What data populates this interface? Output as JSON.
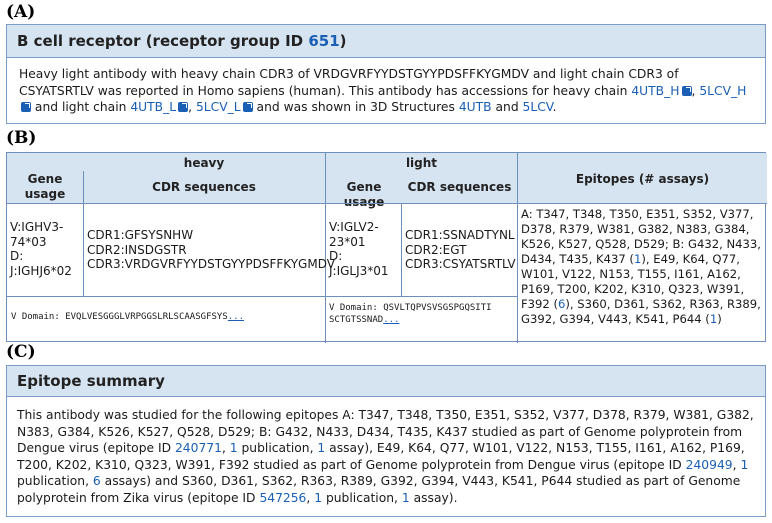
{
  "labels": {
    "a": "(A)",
    "b": "(B)",
    "c": "(C)"
  },
  "panelA": {
    "title_prefix": "B cell receptor (receptor group ID ",
    "group_id": "651",
    "title_suffix": ")",
    "t1": "Heavy light antibody with heavy chain CDR3 of VRDGVRFYYDSTGYYPDSFFKYGMDV and light chain CDR3 of CSYATSRTLV was reported in Homo sapiens (human). This antibody has accessions for heavy chain ",
    "acc_h1": "4UTB_H",
    "sep1": ", ",
    "acc_h2": "5LCV_H",
    "t2": " and light chain ",
    "acc_l1": "4UTB_L",
    "sep2": ", ",
    "acc_l2": "5LCV_L",
    "t3": " and was shown in 3D Structures ",
    "struct1": "4UTB",
    "t4": " and ",
    "struct2": "5LCV",
    "t5": "."
  },
  "panelB": {
    "heavy": "heavy",
    "light": "light",
    "gene_usage_heavy": "Gene usage",
    "cdr_seq_heavy": "CDR sequences",
    "gene_usage_light": "Gene usage",
    "cdr_seq_light": "CDR sequences",
    "epitopes_header": "Epitopes (# assays)",
    "heavy_gene_v1": "V:IGHV3-",
    "heavy_gene_v2": "74*03",
    "heavy_gene_d": "D:",
    "heavy_gene_j": "J:IGHJ6*02",
    "heavy_cdr1": "CDR1:GFSYSNHW",
    "heavy_cdr2": "CDR2:INSDGSTR",
    "heavy_cdr3": "CDR3:VRDGVRFYYDSTGYYPDSFFKYGMDV",
    "light_gene_v1": "V:IGLV2-",
    "light_gene_v2": "23*01",
    "light_gene_d": "D:",
    "light_gene_j": "J:IGLJ3*01",
    "light_cdr1": "CDR1:SSNADTYNL",
    "light_cdr2": "CDR2:EGT",
    "light_cdr3": "CDR3:CSYATSRTLV",
    "epi_a": "A: T347, T348, T350, E351, S352, V377, D378, R379, W381, G382, N383, G384, K526, K527, Q528, D529; B: G432, N433, D434, T435, K437 (",
    "epi_a_n": "1",
    "epi_b": "), E49, K64, Q77, W101, V122, N153, T155, I161, A162, P169, T200, K202, K310, Q323, W391, F392 (",
    "epi_b_n": "6",
    "epi_c": "), S360, D361, S362, R363, R389, G392, G394, V443, K541, P644 (",
    "epi_c_n": "1",
    "epi_d": ")",
    "heavy_vdomain_label": "V Domain: ",
    "heavy_vdomain": "EVQLVESGGGLVRPGGSLRLSCAASGFSYS",
    "light_vdomain_label": "V Domain: ",
    "light_vdomain1": "QSVLTQPVSVSGSPGQSITI",
    "light_vdomain2": "SCTGTSSNAD",
    "ellipsis": "..."
  },
  "panelC": {
    "title": "Epitope summary",
    "s1": "This antibody was studied for the following epitopes A: T347, T348, T350, E351, S352, V377, D378, R379, W381, G382, N383, G384, K526, K527, Q528, D529; B: G432, N433, D434, T435, K437 studied as part of Genome polyprotein from Dengue virus (epitope ID ",
    "e1": "240771",
    "s2": ", ",
    "p1": "1",
    "s3": " publication, ",
    "a1": "1",
    "s4": " assay), E49, K64, Q77, W101, V122, N153, T155, I161, A162, P169, T200, K202, K310, Q323, W391, F392 studied as part of Genome polyprotein from Dengue virus (epitope ID ",
    "e2": "240949",
    "s5": ", ",
    "p2": "1",
    "s6": " publication, ",
    "a2": "6",
    "s7": " assays) and S360, D361, S362, R363, R389, G392, G394, V443, K541, P644 studied as part of Genome polyprotein from Zika virus (epitope ID ",
    "e3": "547256",
    "s8": ", ",
    "p3": "1",
    "s9": " publication, ",
    "a3": "1",
    "s10": " assay)."
  },
  "icons": {
    "external_link": "external-link-icon"
  },
  "colors": {
    "link": "#1a5fb4",
    "header_bg": "#d6e4f2",
    "border": "#7a9cc6"
  }
}
